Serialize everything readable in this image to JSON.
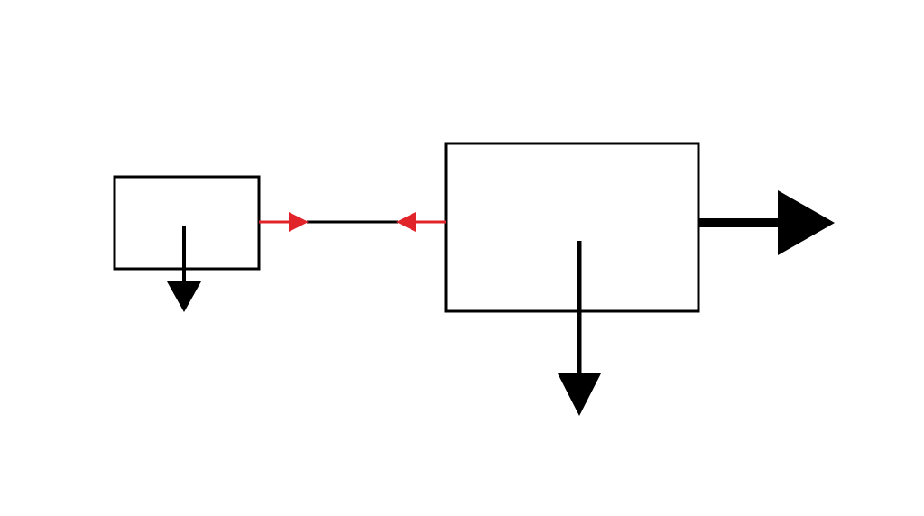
{
  "diagram": {
    "background_color": "#ffffff",
    "stroke_color": "#000000",
    "accent_color": "#e0242a",
    "nodes": [
      {
        "id": "small-box",
        "label": ""
      },
      {
        "id": "large-box",
        "label": ""
      }
    ],
    "edges": [
      {
        "id": "small-box-to-link",
        "from": "small-box",
        "to": "link",
        "color": "accent"
      },
      {
        "id": "large-box-to-link",
        "from": "large-box",
        "to": "link",
        "color": "accent"
      },
      {
        "id": "small-box-down",
        "from": "small-box",
        "to": "outside",
        "direction": "down"
      },
      {
        "id": "large-box-down",
        "from": "large-box",
        "to": "outside",
        "direction": "down"
      },
      {
        "id": "large-box-right",
        "from": "large-box",
        "to": "outside",
        "direction": "right",
        "weight": "heavy"
      }
    ]
  }
}
